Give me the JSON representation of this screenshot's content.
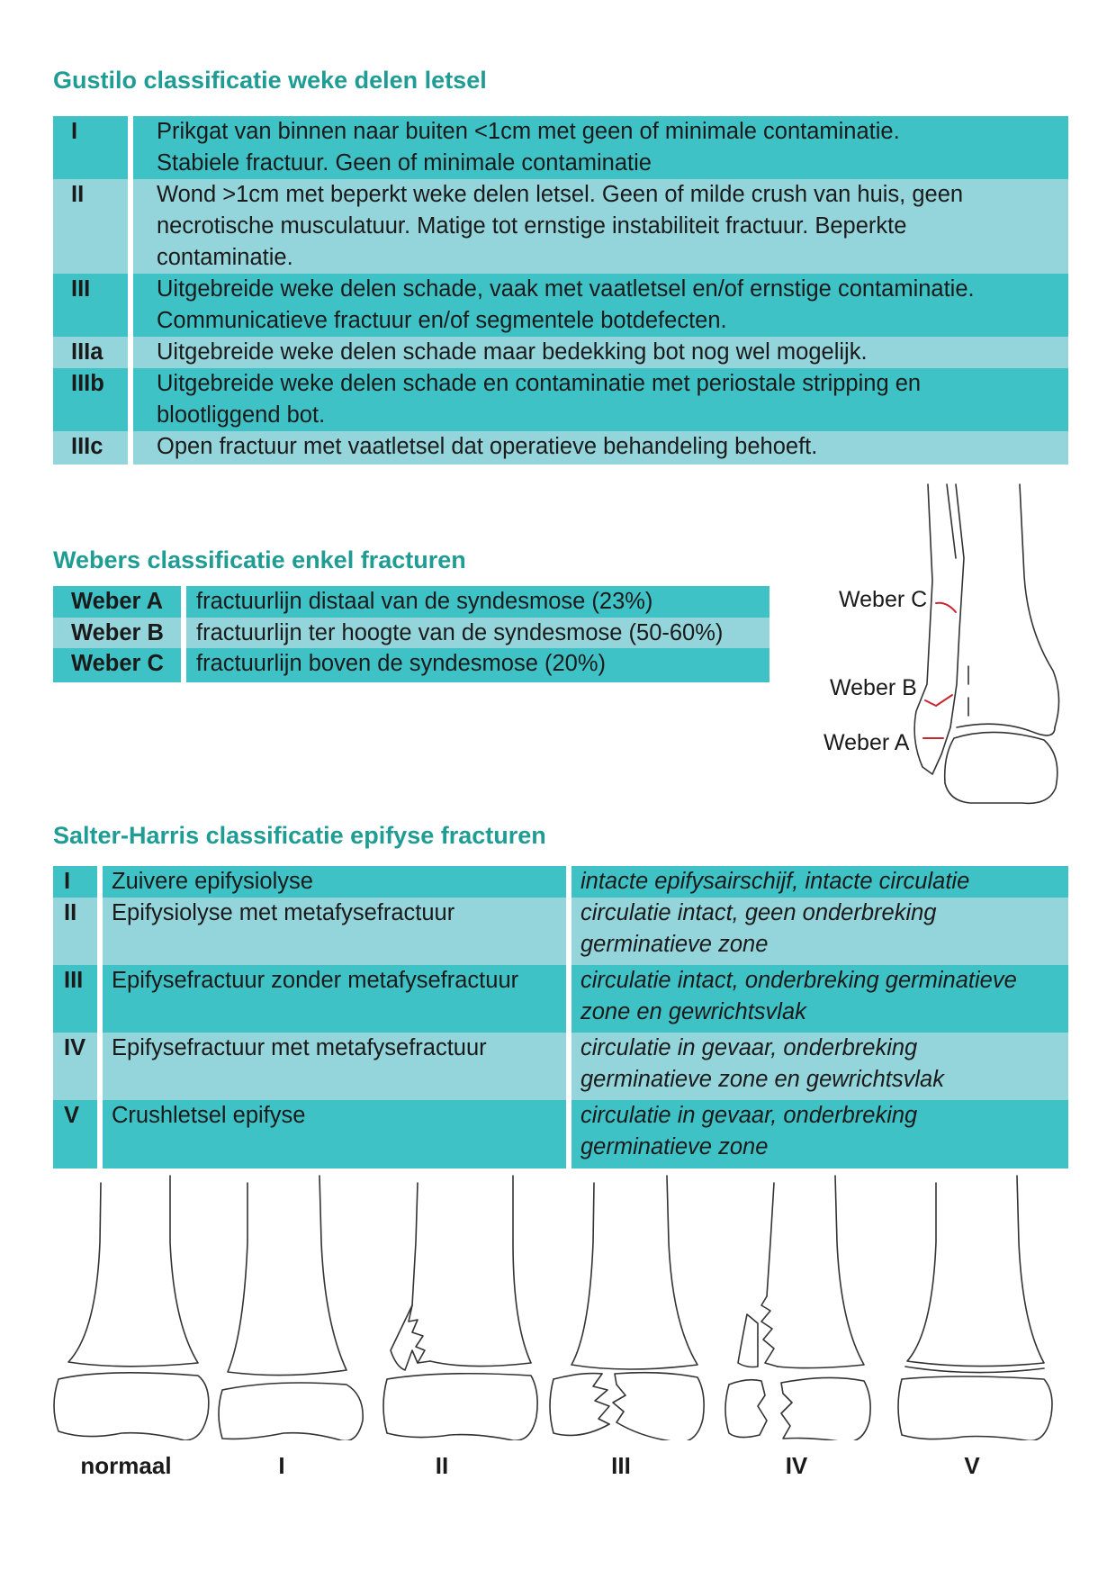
{
  "gustilo": {
    "title": "Gustilo classificatie weke delen letsel",
    "rows": [
      {
        "grade": "I",
        "lines": [
          "Prikgat van binnen naar buiten <1cm met geen of minimale contaminatie.",
          "Stabiele fractuur. Geen of minimale contaminatie"
        ]
      },
      {
        "grade": "II",
        "lines": [
          "Wond >1cm met beperkt weke delen letsel. Geen of milde crush van huis, geen",
          "necrotische musculatuur. Matige tot ernstige instabiliteit fractuur. Beperkte",
          "contaminatie."
        ]
      },
      {
        "grade": "III",
        "lines": [
          "Uitgebreide weke delen schade, vaak met vaatletsel en/of ernstige contaminatie.",
          "Communicatieve fractuur en/of segmentele botdefecten."
        ]
      },
      {
        "grade": "IIIa",
        "lines": [
          "Uitgebreide weke delen schade maar bedekking bot nog wel mogelijk."
        ]
      },
      {
        "grade": "IIIb",
        "lines": [
          "Uitgebreide weke delen schade en contaminatie met periostale stripping en",
          "blootliggend bot."
        ]
      },
      {
        "grade": "IIIc",
        "lines": [
          "Open fractuur met vaatletsel dat operatieve behandeling behoeft."
        ]
      }
    ]
  },
  "weber": {
    "title": "Webers classificatie enkel fracturen",
    "rows": [
      {
        "grade": "Weber A",
        "text": "fractuurlijn distaal van de syndesmose (23%)"
      },
      {
        "grade": "Weber B",
        "text": "fractuurlijn ter hoogte van de syndesmose (50-60%)"
      },
      {
        "grade": "Weber C",
        "text": "fractuurlijn boven de syndesmose (20%)"
      }
    ],
    "diagram_labels": {
      "c": "Weber C",
      "b": "Weber B",
      "a": "Weber A"
    }
  },
  "salter": {
    "title": "Salter-Harris classificatie epifyse fracturen",
    "rows": [
      {
        "grade": "I",
        "type": [
          "Zuivere epifysiolyse"
        ],
        "desc": [
          "intacte epifysairschijf, intacte circulatie"
        ]
      },
      {
        "grade": "II",
        "type": [
          "Epifysiolyse met metafysefractuur"
        ],
        "desc": [
          "circulatie intact, geen onderbreking",
          "germinatieve zone"
        ]
      },
      {
        "grade": "III",
        "type": [
          "Epifysefractuur zonder metafysefractuur"
        ],
        "desc": [
          "circulatie intact, onderbreking germinatieve",
          "zone en gewrichtsvlak"
        ]
      },
      {
        "grade": "IV",
        "type": [
          "Epifysefractuur met metafysefractuur"
        ],
        "desc": [
          "circulatie in gevaar, onderbreking",
          "germinatieve zone en gewrichtsvlak"
        ]
      },
      {
        "grade": "V",
        "type": [
          "Crushletsel epifyse"
        ],
        "desc": [
          "circulatie in gevaar, onderbreking",
          "germinatieve zone"
        ]
      }
    ]
  },
  "bone_labels": [
    "normaal",
    "I",
    "II",
    "III",
    "IV",
    "V"
  ]
}
